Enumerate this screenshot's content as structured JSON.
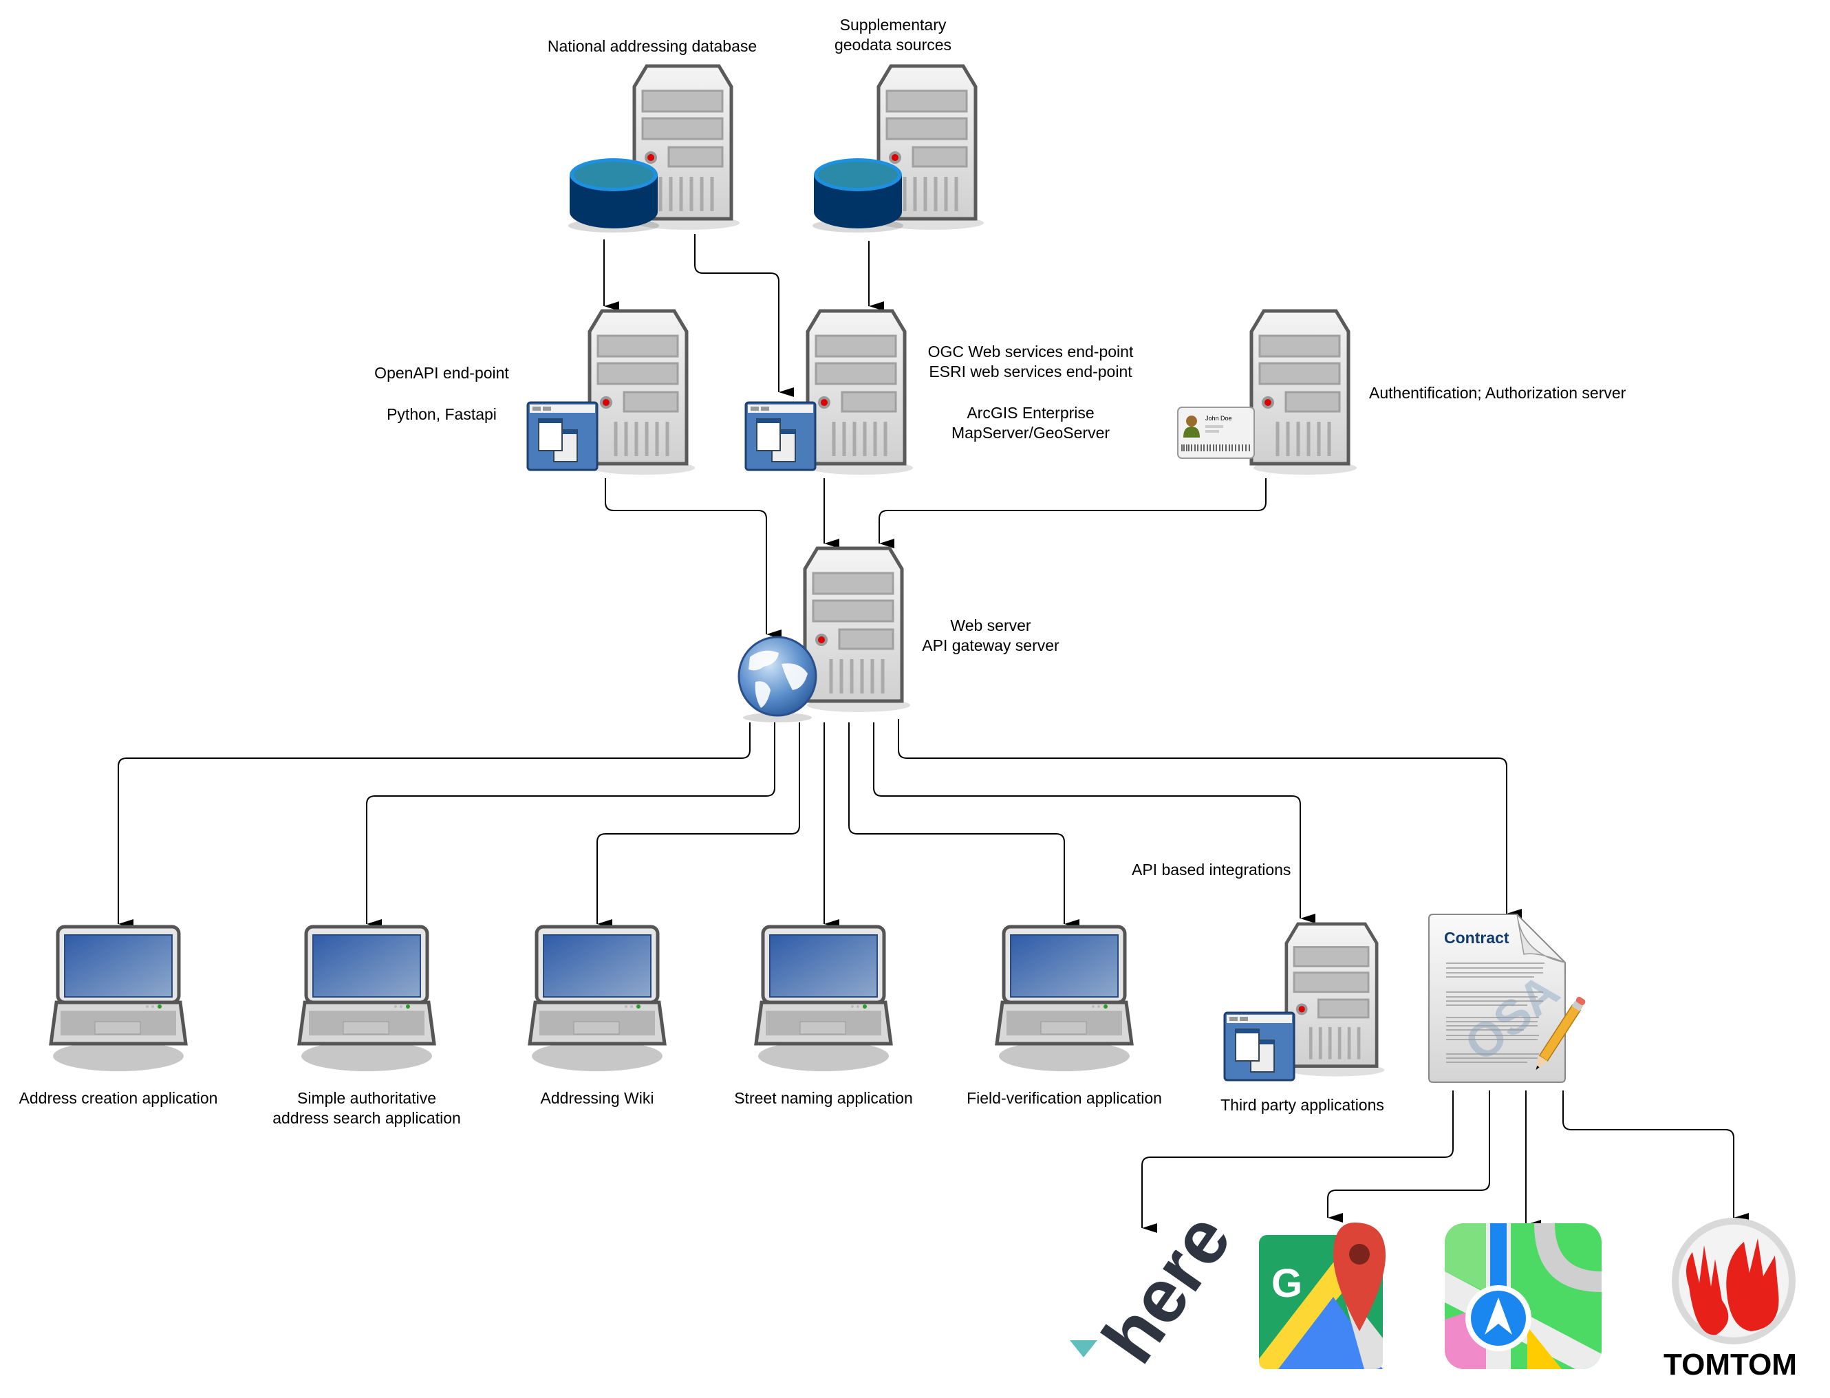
{
  "sources": {
    "national_db": {
      "label": "National addressing database"
    },
    "supplementary": {
      "label_lines": [
        "Supplementary",
        "geodata sources"
      ]
    }
  },
  "endpoints": {
    "openapi": {
      "label": "OpenAPI end-point",
      "sublabel": "Python, Fastapi"
    },
    "ogc": {
      "label_lines": [
        "OGC Web services end-point",
        "ESRI web services end-point"
      ],
      "sublabel_lines": [
        "ArcGIS Enterprise",
        "MapServer/GeoServer"
      ]
    },
    "auth": {
      "label": "Authentification; Authorization server",
      "card_name": "John Doe"
    }
  },
  "gateway": {
    "label_lines": [
      "Web server",
      "API gateway server"
    ]
  },
  "clients": [
    {
      "label_lines": [
        "Address creation application"
      ]
    },
    {
      "label_lines": [
        "Simple authoritative",
        "address search application"
      ]
    },
    {
      "label_lines": [
        "Addressing Wiki"
      ]
    },
    {
      "label_lines": [
        "Street naming application"
      ]
    },
    {
      "label_lines": [
        "Field-verification application"
      ]
    }
  ],
  "third_party": {
    "edge_label": "API based integrations",
    "label": "Third party applications"
  },
  "contract": {
    "title": "Contract",
    "watermark": "OSA"
  },
  "providers": [
    {
      "name": "here",
      "logo_text": "here"
    },
    {
      "name": "google-maps",
      "logo_text": "G"
    },
    {
      "name": "apple-maps",
      "logo_text": ""
    },
    {
      "name": "tomtom",
      "logo_text": "TOMTOM"
    }
  ],
  "colors": {
    "server_body": "#d9d9d9",
    "server_outline": "#5a5a5a",
    "db_blue": "#003366",
    "db_top": "#1e8fd0",
    "window_blue": "#3a6ea5",
    "screen_blue": "#3a64aa",
    "contract_title": "#0f3a6e",
    "here_dark": "#2e3440",
    "here_teal": "#5fbfbf",
    "tomtom_red": "#e8201a"
  }
}
